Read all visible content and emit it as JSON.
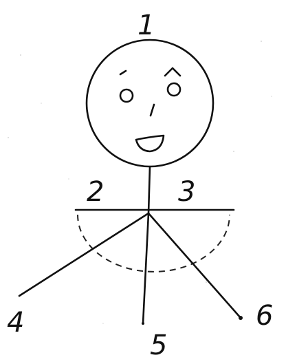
{
  "labels": {
    "head": "1",
    "left_arm": "2",
    "right_arm": "3",
    "left_leg": "4",
    "middle_leg": "5",
    "right_leg": "6"
  }
}
